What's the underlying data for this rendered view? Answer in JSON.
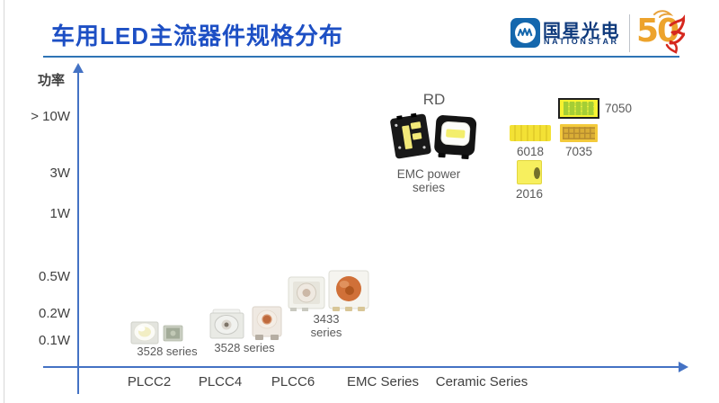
{
  "colors": {
    "title_blue": "#1d4fc4",
    "axis_blue": "#4472c4",
    "header_line_blue": "#2e74b5",
    "label_gray": "#595959",
    "ceramic_yellow": "#f3e135",
    "logo_navy": "#0f3a7c"
  },
  "header": {
    "title": "车用LED主流器件规格分布"
  },
  "logo": {
    "cn": "国星光电",
    "en": "NATIONSTAR",
    "anniversary": "50"
  },
  "axes": {
    "y_label": "功率",
    "y_ticks": [
      "> 10W",
      "3W",
      "1W",
      "0.5W",
      "0.2W",
      "0.1W"
    ],
    "x_labels": [
      "PLCC2",
      "PLCC4",
      "PLCC6",
      "EMC Series",
      "Ceramic Series"
    ]
  },
  "annotations": {
    "rd": "RD",
    "emc_series_label": "EMC power series",
    "plcc2_label": "3528 series",
    "plcc4_label": "3528 series",
    "plcc6_label": "3433 series",
    "ceramic_6018": "6018",
    "ceramic_7035": "7035",
    "ceramic_7050": "7050",
    "ceramic_2016": "2016"
  },
  "chart_data": {
    "type": "scatter",
    "title": "车用LED主流器件规格分布",
    "ylabel": "功率",
    "y_ticks": [
      "> 10W",
      "3W",
      "1W",
      "0.5W",
      "0.2W",
      "0.1W"
    ],
    "x_categories": [
      "PLCC2",
      "PLCC4",
      "PLCC6",
      "EMC Series",
      "Ceramic Series"
    ],
    "grid": false,
    "points": [
      {
        "label": "3528 series",
        "x": "PLCC2",
        "power_range": "0.1W - 0.2W",
        "items": [
          "white-dome LED",
          "small green LED"
        ]
      },
      {
        "label": "3528 series",
        "x": "PLCC4",
        "power_range": "0.1W - 0.3W",
        "items": [
          "clear LED",
          "orange-emitter LED"
        ]
      },
      {
        "label": "3433 series",
        "x": "PLCC6",
        "power_range": "0.2W - 0.5W",
        "items": [
          "clear LED",
          "orange-dome LED"
        ]
      },
      {
        "label": "EMC power series",
        "x": "EMC Series",
        "power_range": "3W - >10W",
        "annotation": "RD",
        "items": [
          "flat black EMC package",
          "black dome EMC package"
        ]
      },
      {
        "label": "6018",
        "x": "Ceramic Series",
        "power_range": ">10W"
      },
      {
        "label": "7035",
        "x": "Ceramic Series",
        "power_range": ">10W"
      },
      {
        "label": "7050",
        "x": "Ceramic Series",
        "power_range": ">10W"
      },
      {
        "label": "2016",
        "x": "Ceramic Series",
        "power_range": "3W"
      }
    ]
  }
}
